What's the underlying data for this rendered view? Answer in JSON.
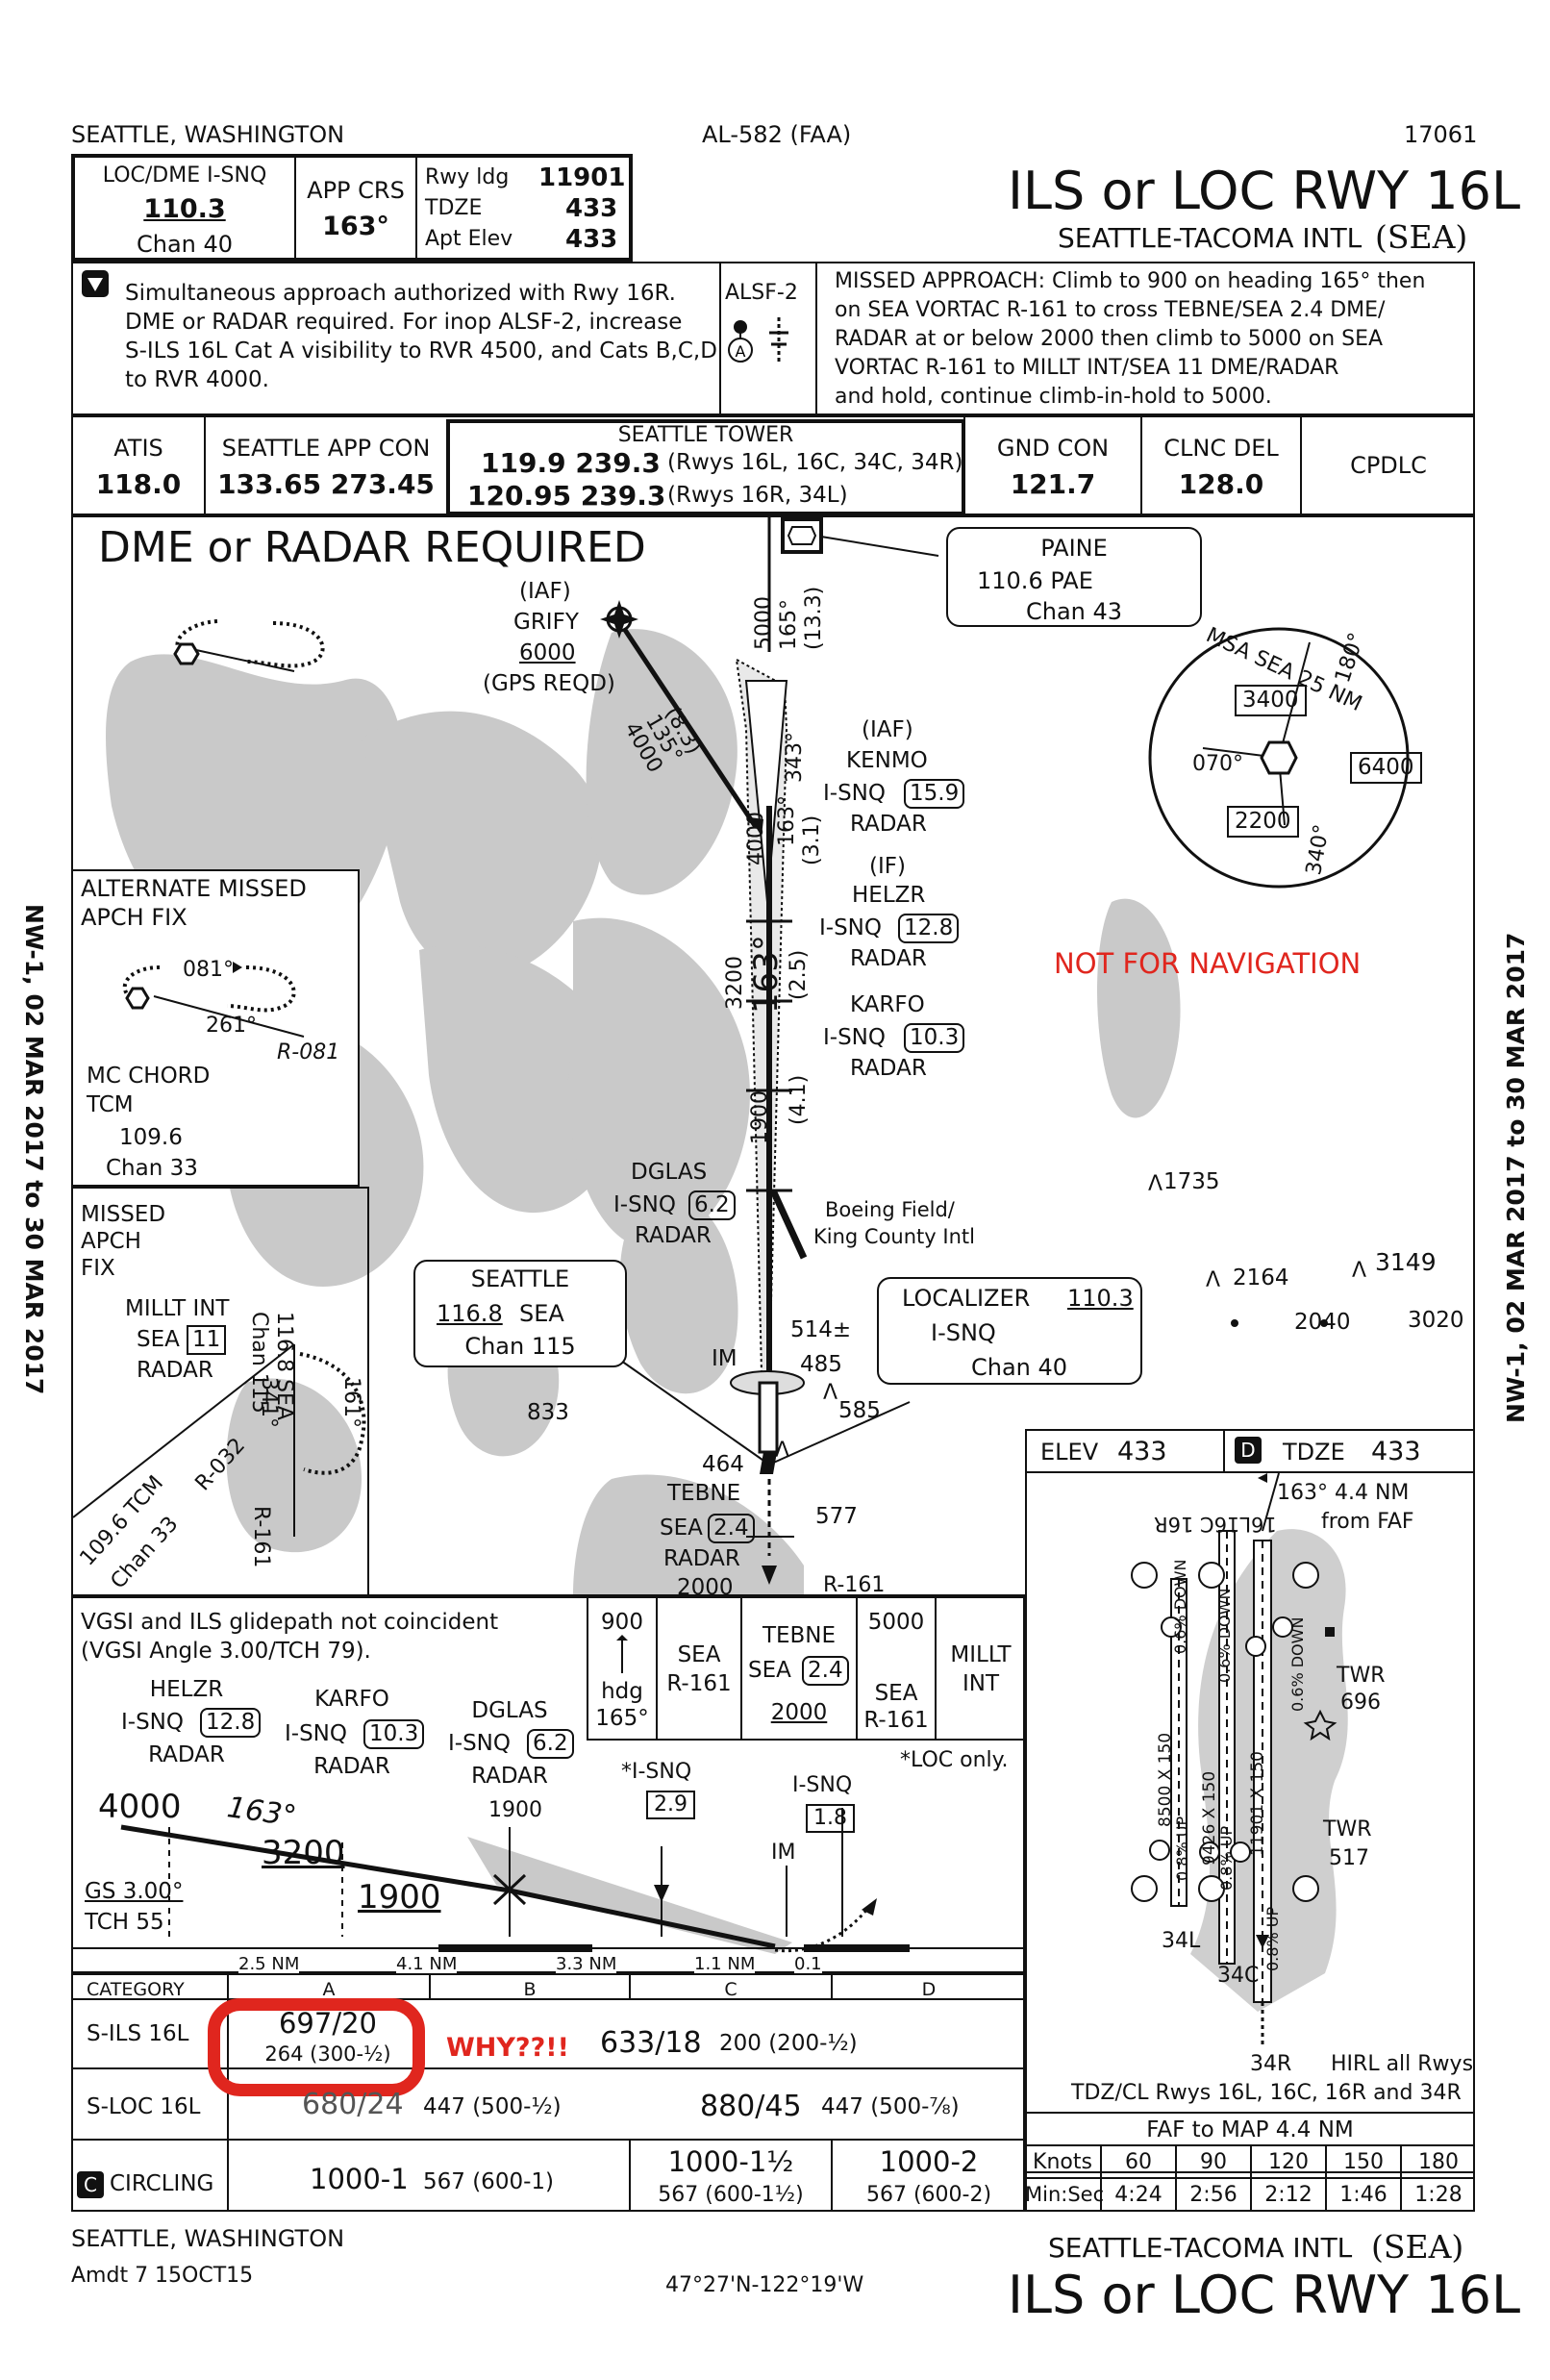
{
  "header": {
    "city": "SEATTLE, WASHINGTON",
    "chart_id": "AL-582 (FAA)",
    "cycle": "17061",
    "title": "ILS or LOC RWY 16L",
    "airport": "SEATTLE-TACOMA INTL",
    "airport_id": "(SEA)"
  },
  "briefing": {
    "loc_label": "LOC/DME  I-SNQ",
    "loc_freq": "110.3",
    "loc_chan": "Chan 40",
    "app_crs_label": "APP CRS",
    "app_crs": "163°",
    "rwy_ldg_label": "Rwy ldg",
    "rwy_ldg": "11901",
    "tdze_label": "TDZE",
    "tdze": "433",
    "apt_elev_label": "Apt Elev",
    "apt_elev": "433",
    "notes_1": "Simultaneous approach authorized with Rwy 16R.",
    "notes_2": "DME or RADAR required.  For inop ALSF-2, increase",
    "notes_3": "S-ILS 16L Cat A visibility to RVR 4500, and Cats B,C,D",
    "notes_4": "to RVR 4000.",
    "alsf": "ALSF-2",
    "alsf_circle": "A",
    "missed_1": "MISSED APPROACH:  Climb to 900 on heading 165° then",
    "missed_2": "on SEA VORTAC R-161 to cross TEBNE/SEA 2.4 DME/",
    "missed_3": "RADAR at or below 2000 then climb to 5000 on SEA",
    "missed_4": "VORTAC R-161 to MILLT INT/SEA 11 DME/RADAR",
    "missed_5": "and hold, continue climb-in-hold to 5000."
  },
  "comms": {
    "atis_label": "ATIS",
    "atis": "118.0",
    "app_label": "SEATTLE APP CON",
    "app": "133.65  273.45",
    "tower_label": "SEATTLE TOWER",
    "tower_1_freq": "119.9  239.3",
    "tower_1_rwys": "(Rwys 16L, 16C, 34C, 34R)",
    "tower_2_freq": "120.95  239.3",
    "tower_2_rwys": "(Rwys 16R, 34L)",
    "gnd_label": "GND CON",
    "gnd": "121.7",
    "clnc_label": "CLNC DEL",
    "clnc": "128.0",
    "cpdlc": "CPDLC"
  },
  "planview": {
    "dme_radar": "DME or RADAR REQUIRED",
    "not_for_nav": "NOT FOR NAVIGATION",
    "grify": [
      "(IAF)",
      "GRIFY",
      "6000",
      "(GPS REQD)"
    ],
    "grify_leg": [
      "4000",
      "135°",
      "(8.3)"
    ],
    "inbound_leg": [
      "5000",
      "165°",
      "(13.3)"
    ],
    "kenmo": [
      "(IAF)",
      "KENMO",
      "I-SNQ",
      "15.9",
      "RADAR"
    ],
    "leg_343": "343°",
    "leg_4000": "4000",
    "leg_163a": "163°",
    "leg_3_1": "(3.1)",
    "helzr": [
      "(IF)",
      "HELZR",
      "I-SNQ",
      "12.8",
      "RADAR"
    ],
    "leg_3200": "3200",
    "leg_163b": "163°",
    "leg_2_5": "(2.5)",
    "karfo": [
      "KARFO",
      "I-SNQ",
      "10.3",
      "RADAR"
    ],
    "leg_1900": "1900",
    "leg_4_1": "(4.1)",
    "dglas": [
      "DGLAS",
      "I-SNQ",
      "6.2",
      "RADAR"
    ],
    "boeing": [
      "Boeing Field/",
      "King County Intl"
    ],
    "paine": [
      "PAINE",
      "110.6  PAE",
      "Chan 43"
    ],
    "msa": [
      "MSA SEA 25 NM",
      "3400",
      "180°",
      "070°",
      "6400",
      "2200",
      "340°"
    ],
    "alt_missed": [
      "ALTERNATE MISSED",
      "APCH FIX",
      "081°",
      "261°",
      "R-081",
      "MC CHORD",
      "TCM",
      "109.6",
      "Chan 33"
    ],
    "missed_fix": [
      "MISSED",
      "APCH",
      "FIX",
      "MILLT INT",
      "SEA",
      "11",
      "RADAR",
      "116.8 SEA",
      "Chan 115",
      "161°",
      "341°",
      "R-161",
      "R-032",
      "109.6 TCM",
      "Chan 33"
    ],
    "seattle_vor": [
      "SEATTLE",
      "116.8",
      "SEA",
      "Chan 115"
    ],
    "localizer": [
      "LOCALIZER",
      "110.3",
      "I-SNQ",
      "Chan 40"
    ],
    "obstacles": [
      "1735",
      "2164",
      "3149",
      "2040",
      "3020",
      "833",
      "514±",
      "485",
      "585",
      "464",
      "577"
    ],
    "im": "IM",
    "tebne": [
      "TEBNE",
      "SEA",
      "2.4",
      "RADAR",
      "2000",
      "R-161"
    ]
  },
  "airport_diagram": {
    "elev_label": "ELEV",
    "elev": "433",
    "d_icon": "D",
    "tdze_label": "TDZE",
    "tdze": "433",
    "faf_note_1": "163° 4.4 NM",
    "faf_note_2": "from FAF",
    "rwys_top": "16L16C 16R",
    "rwy_dims": [
      "8500 X 150",
      "9426 X 150",
      "11901 X 150"
    ],
    "slopes": [
      "0.6% DOWN",
      "0.6% DOWN",
      "0.6% DOWN",
      "0.8% UP",
      "0.8% UP",
      "0.8% UP"
    ],
    "twr1": [
      "TWR",
      "696"
    ],
    "twr2": [
      "TWR",
      "517"
    ],
    "rwys_bottom": [
      "34L",
      "34C",
      "34R"
    ],
    "hirl": "HIRL all Rwys",
    "tdz": "TDZ/CL Rwys 16L, 16C, 16R and 34R",
    "markers": [
      "A",
      "A",
      "A",
      "A",
      "A5",
      "A5",
      "A5",
      "d",
      "d",
      "d",
      "P",
      "P",
      "P"
    ]
  },
  "profile": {
    "vgsi_1": "VGSI and ILS glidepath not coincident",
    "vgsi_2": "(VGSI Angle 3.00/TCH 79).",
    "mini_900": "900",
    "mini_hdg": "hdg",
    "mini_165": "165°",
    "mini_sea": "SEA",
    "mini_r161": "R-161",
    "mini_tebne": "TEBNE",
    "mini_tebne_sea": "SEA",
    "mini_tebne_24": "2.4",
    "mini_tebne_2000": "2000",
    "mini_5000": "5000",
    "mini_sea2": "SEA",
    "mini_r161b": "R-161",
    "mini_millt": "MILLT",
    "mini_int": "INT",
    "helzr": [
      "HELZR",
      "I-SNQ",
      "12.8",
      "RADAR"
    ],
    "karfo": [
      "KARFO",
      "I-SNQ",
      "10.3",
      "RADAR"
    ],
    "dglas": [
      "DGLAS",
      "I-SNQ",
      "6.2",
      "RADAR"
    ],
    "loc_only": "*LOC only.",
    "isnq_29": [
      "*I-SNQ",
      "2.9"
    ],
    "isnq_18": [
      "I-SNQ",
      "1.8"
    ],
    "im": "IM",
    "alt_4000": "4000",
    "crs_163": "163°",
    "alt_3200": "3200",
    "alt_1900a": "1900",
    "alt_1900b": "1900",
    "gs": "GS 3.00°",
    "tch": "TCH 55",
    "distances": [
      "2.5 NM",
      "4.1 NM",
      "3.3 NM",
      "1.1 NM",
      "0.1"
    ]
  },
  "minimums": {
    "category_label": "CATEGORY",
    "categories": [
      "A",
      "B",
      "C",
      "D"
    ],
    "sils_label": "S-ILS 16L",
    "sils_main": "697/20",
    "sils_sub": "264 (300-½)",
    "sils_cd_main": "633/18",
    "sils_cd_sub": "200 (200-½)",
    "why": "WHY??!!",
    "sloc_label": "S-LOC 16L",
    "sloc_ab_main": "680/24",
    "sloc_ab_sub": "447 (500-½)",
    "sloc_cd_main": "880/45",
    "sloc_cd_sub": "447 (500-⅞)",
    "circ_icon": "C",
    "circ_label": "CIRCLING",
    "circ_ab_main": "1000-1",
    "circ_ab_sub": "567 (600-1)",
    "circ_c_main": "1000-1½",
    "circ_c_sub": "567 (600-1½)",
    "circ_d_main": "1000-2",
    "circ_d_sub": "567 (600-2)"
  },
  "timing": {
    "faf_map": "FAF to MAP  4.4 NM",
    "knots_label": "Knots",
    "knots": [
      "60",
      "90",
      "120",
      "150",
      "180"
    ],
    "minsec_label": "Min:Sec",
    "minsec": [
      "4:24",
      "2:56",
      "2:12",
      "1:46",
      "1:28"
    ]
  },
  "footer": {
    "city": "SEATTLE, WASHINGTON",
    "amdt": "Amdt 7  15OCT15",
    "coords": "47°27'N-122°19'W",
    "airport": "SEATTLE-TACOMA INTL",
    "airport_id": "(SEA)",
    "title": "ILS or LOC RWY 16L"
  },
  "side_left": "NW-1, 02 MAR 2017 to 30 MAR 2017",
  "side_right": "NW-1, 02 MAR 2017 to 30 MAR 2017"
}
